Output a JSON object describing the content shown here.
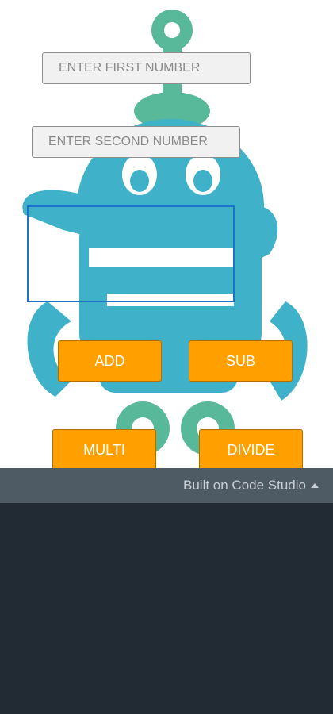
{
  "inputs": {
    "first_placeholder": "ENTER FIRST NUMBER",
    "second_placeholder": "ENTER SECOND NUMBER"
  },
  "buttons": {
    "add": "ADD",
    "sub": "SUB",
    "multi": "MULTI",
    "divide": "DIVIDE"
  },
  "footer": {
    "built_on_label": "Built on Code Studio",
    "caret_icon": "caret-up-icon"
  },
  "colors": {
    "button": "#ff9f00",
    "result_border": "#1e73c8",
    "mascot_teal": "#3fb2c9",
    "mascot_green": "#57b89a",
    "footer_bar": "#4e5a64",
    "bottom_bg": "#222b33"
  }
}
